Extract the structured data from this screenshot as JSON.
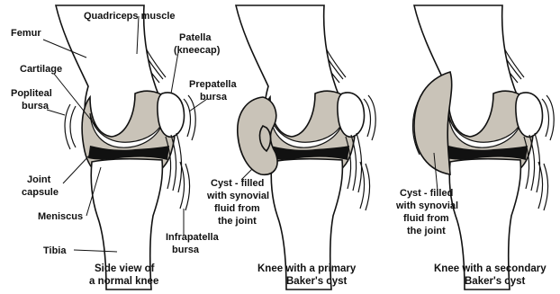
{
  "labels": {
    "quadriceps": "Quadriceps muscle",
    "femur": "Femur",
    "patella_1": "Patella",
    "patella_2": "(kneecap)",
    "cartilage": "Cartilage",
    "prepatella_1": "Prepatella",
    "prepatella_2": "bursa",
    "popliteal_1": "Popliteal",
    "popliteal_2": "bursa",
    "joint_1": "Joint",
    "joint_2": "capsule",
    "meniscus": "Meniscus",
    "tibia": "Tibia",
    "infrapatella_1": "Infrapatella",
    "infrapatella_2": "bursa",
    "cyst1_1": "Cyst - filled",
    "cyst1_2": "with synovial",
    "cyst1_3": "fluid from",
    "cyst1_4": "the joint",
    "cyst2_1": "Cyst - filled",
    "cyst2_2": "with synovial",
    "cyst2_3": "fluid from",
    "cyst2_4": "the joint"
  },
  "captions": {
    "normal_1": "Side view of",
    "normal_2": "a normal knee",
    "primary_1": "Knee with a primary",
    "primary_2": "Baker's cyst",
    "secondary_1": "Knee with a secondary",
    "secondary_2": "Baker's cyst"
  },
  "colors": {
    "capsule_fill": "#c9c3b8",
    "meniscus_fill": "#111111",
    "bone_fill": "#ffffff",
    "line": "#111111"
  }
}
